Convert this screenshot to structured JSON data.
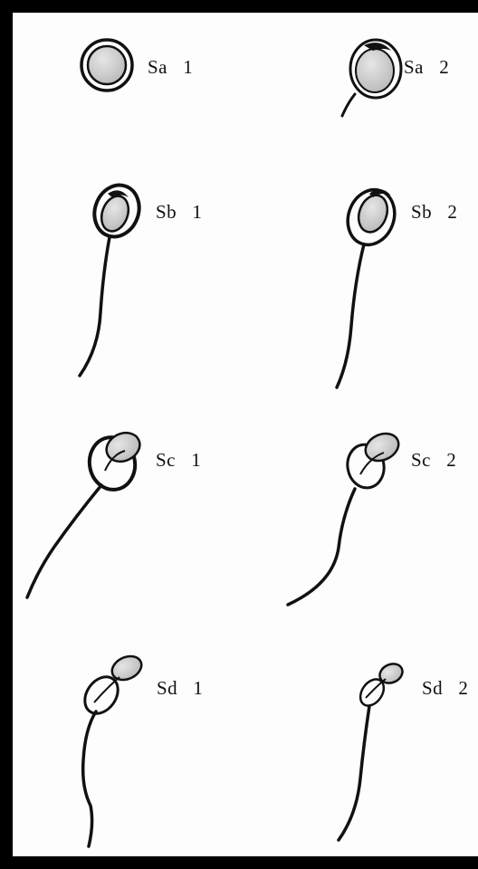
{
  "diagram": {
    "colors": {
      "border": "#000000",
      "ink": "#111111",
      "head_fill": "#d4d4d4",
      "background": "#fdfdfd"
    },
    "stages": [
      {
        "row": "Sa",
        "cells": [
          {
            "label": "Sa   1"
          },
          {
            "label": "Sa   2"
          }
        ]
      },
      {
        "row": "Sb",
        "cells": [
          {
            "label": "Sb   1"
          },
          {
            "label": "Sb   2"
          }
        ]
      },
      {
        "row": "Sc",
        "cells": [
          {
            "label": "Sc   1"
          },
          {
            "label": "Sc   2"
          }
        ]
      },
      {
        "row": "Sd",
        "cells": [
          {
            "label": "Sd   1"
          },
          {
            "label": "Sd   2"
          }
        ]
      }
    ]
  }
}
